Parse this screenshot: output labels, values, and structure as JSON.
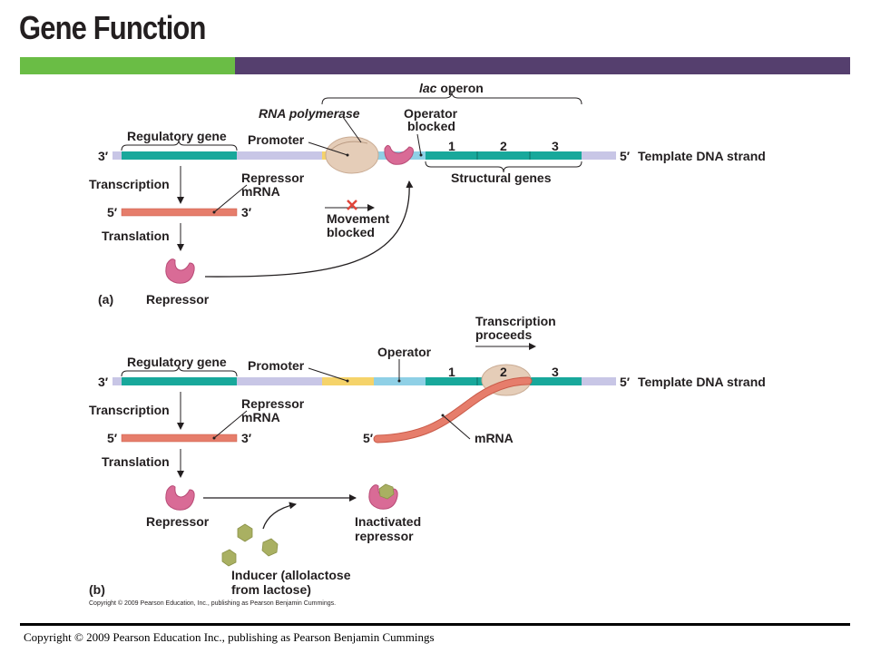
{
  "title": "Gene Function",
  "colors": {
    "bar_green": "#6abd45",
    "bar_purple": "#553f6e",
    "dna_lavender": "#c8c6e6",
    "dna_teal": "#18a89b",
    "promoter_yellow": "#f5d36a",
    "operator_blue": "#8fd0e6",
    "mrna_salmon": "#e67d6b",
    "repressor_pink": "#d96b96",
    "polymerase_tan": "#e5cdb8",
    "inducer_green": "#a9b062",
    "blocked_x": "#e0453a"
  },
  "panel_a": {
    "lac_operon_italic": "lac",
    "lac_operon_word": " operon",
    "rna_polymerase": "RNA polymerase",
    "operator_blocked_1": "Operator",
    "operator_blocked_2": "blocked",
    "regulatory_gene": "Regulatory gene",
    "promoter": "Promoter",
    "strand_3prime": "3′",
    "strand_5prime": "5′",
    "template_strand": "Template DNA strand",
    "gene_numbers": [
      "1",
      "2",
      "3"
    ],
    "structural_genes": "Structural genes",
    "transcription": "Transcription",
    "repressor_mrna_1": "Repressor",
    "repressor_mrna_2": "mRNA",
    "mrna_5prime": "5′",
    "mrna_3prime": "3′",
    "movement_blocked_1": "Movement",
    "movement_blocked_2": "blocked",
    "translation": "Translation",
    "panel_label": "(a)",
    "repressor": "Repressor"
  },
  "panel_b": {
    "transcription_proceeds_1": "Transcription",
    "transcription_proceeds_2": "proceeds",
    "operator": "Operator",
    "regulatory_gene": "Regulatory gene",
    "promoter": "Promoter",
    "strand_3prime": "3′",
    "strand_5prime": "5′",
    "template_strand": "Template DNA strand",
    "gene_numbers": [
      "1",
      "2",
      "3"
    ],
    "transcription": "Transcription",
    "repressor_mrna_1": "Repressor",
    "repressor_mrna_2": "mRNA",
    "mrna_5prime": "5′",
    "mrna_3prime": "3′",
    "new_mrna_5prime": "5′",
    "mrna": "mRNA",
    "translation": "Translation",
    "repressor": "Repressor",
    "inactivated_repressor_1": "Inactivated",
    "inactivated_repressor_2": "repressor",
    "inducer_1": "Inducer (allolactose",
    "inducer_2": "from lactose)",
    "panel_label": "(b)",
    "figure_copyright": "Copyright © 2009 Pearson Education, Inc., publishing as Pearson Benjamin Cummings."
  },
  "footer": {
    "copyright": "Copyright © 2009 Pearson Education Inc., publishing as Pearson Benjamin Cummings"
  }
}
